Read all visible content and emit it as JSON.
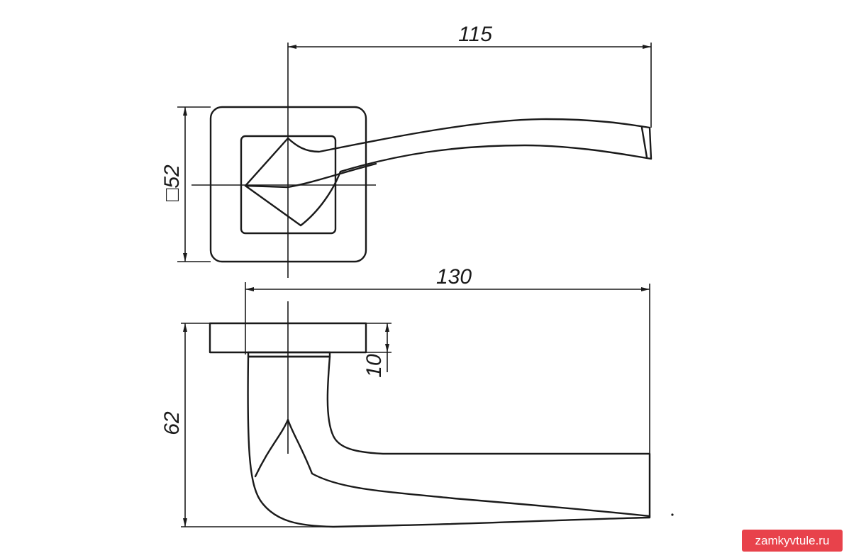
{
  "dimensions": {
    "lever_length_top": "115",
    "rosette_size": "□52",
    "lever_length_side": "130",
    "rosette_thickness": "10",
    "total_height": "62"
  },
  "watermark": "zamkyvtule.ru",
  "colors": {
    "line": "#1a1a1a",
    "background": "#ffffff",
    "watermark_bg": "#e8424b",
    "watermark_text": "#ffffff"
  }
}
